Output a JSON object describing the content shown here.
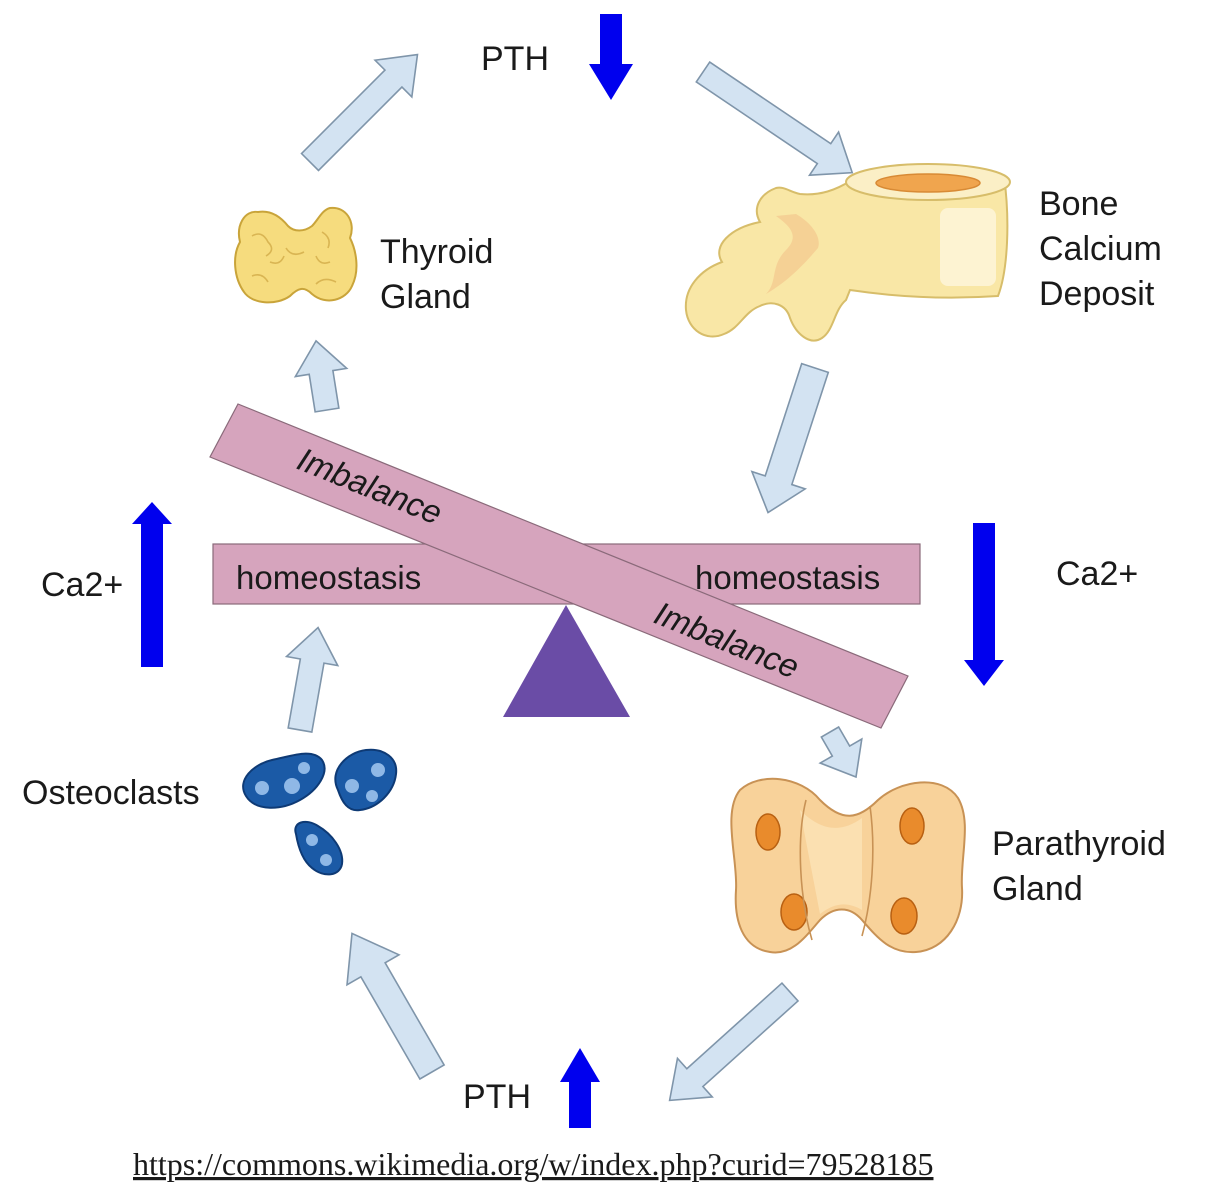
{
  "labels": {
    "pth_top": "PTH",
    "pth_bottom": "PTH",
    "ca_left": "Ca2+",
    "ca_right": "Ca2+",
    "thyroid_line1": "Thyroid",
    "thyroid_line2": "Gland",
    "bone_line1": "Bone",
    "bone_line2": "Calcium",
    "bone_line3": "Deposit",
    "osteoclasts": "Osteoclasts",
    "parathyroid_line1": "Parathyroid",
    "parathyroid_line2": "Gland"
  },
  "seesaw": {
    "homeostasis_left": "homeostasis",
    "homeostasis_right": "homeostasis",
    "imbalance_upper": "Imbalance",
    "imbalance_lower": "Imbalance"
  },
  "source": {
    "url": "https://commons.wikimedia.org/w/index.php?curid=79528185"
  },
  "colors": {
    "flow_arrow": "#d3e3f2",
    "level_arrow": "#0000ee",
    "bar_fill": "#d6a4bd",
    "fulcrum": "#6a4ca6"
  },
  "icons": {
    "thyroid": "thyroid-gland-icon",
    "bone": "bone-icon",
    "osteoclasts": "osteoclast-cells-icon",
    "parathyroid": "parathyroid-gland-icon"
  }
}
